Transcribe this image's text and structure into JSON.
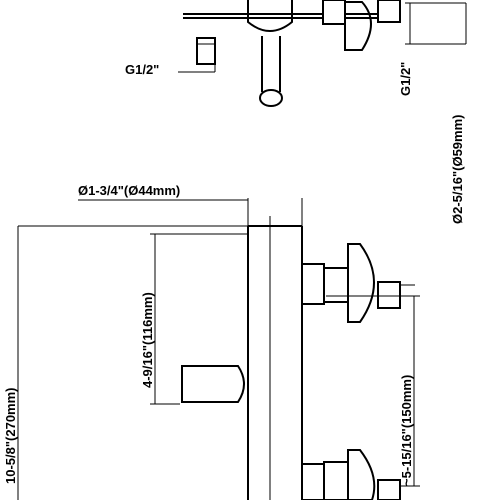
{
  "dimensions": {
    "inlet_thread_left": "G1/2\"",
    "inlet_thread_right": "G1/2\"",
    "escutcheon_diameter": "Ø2-5/16\"(Ø59mm)",
    "body_diameter": "Ø1-3/4\"(Ø44mm)",
    "body_height": "4-9/16\"(116mm)",
    "inlet_centers": "~5-15/16\"(150mm)",
    "overall_height": "10-5/8\"(270mm)"
  }
}
